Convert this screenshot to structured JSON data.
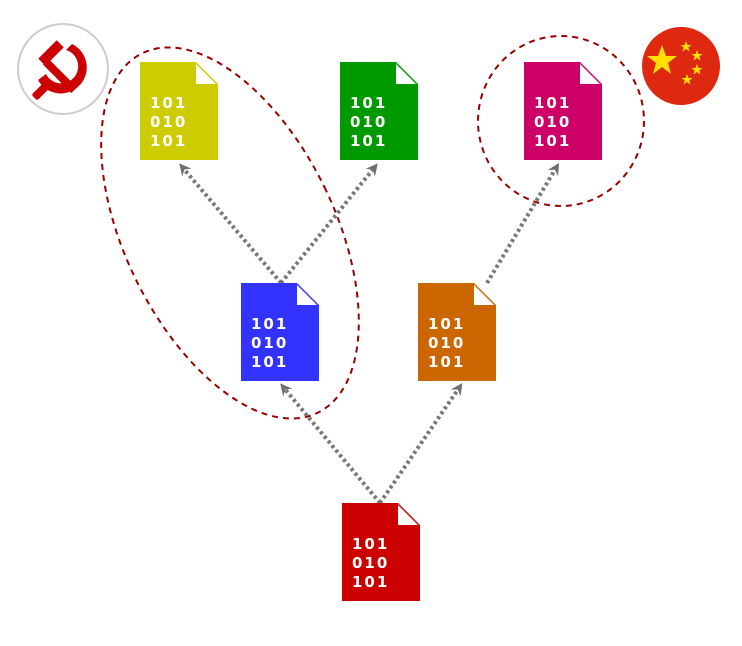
{
  "diagram": {
    "nodes": [
      {
        "id": "root",
        "color": "#cc0000",
        "lines": [
          "101",
          "010",
          "101"
        ]
      },
      {
        "id": "blue",
        "color": "#3333ff",
        "lines": [
          "101",
          "010",
          "101"
        ]
      },
      {
        "id": "orange",
        "color": "#cc6600",
        "lines": [
          "101",
          "010",
          "101"
        ]
      },
      {
        "id": "yellow",
        "color": "#cccc00",
        "lines": [
          "101",
          "010",
          "101"
        ]
      },
      {
        "id": "green",
        "color": "#009900",
        "lines": [
          "101",
          "010",
          "101"
        ]
      },
      {
        "id": "magenta",
        "color": "#cc0066",
        "lines": [
          "101",
          "010",
          "101"
        ]
      }
    ],
    "edges": [
      {
        "from": "root",
        "to": "blue"
      },
      {
        "from": "root",
        "to": "orange"
      },
      {
        "from": "blue",
        "to": "yellow"
      },
      {
        "from": "blue",
        "to": "green"
      },
      {
        "from": "orange",
        "to": "magenta"
      }
    ],
    "groups": [
      {
        "name": "soviet-group",
        "members": [
          "yellow",
          "blue"
        ],
        "stroke": "#990000"
      },
      {
        "name": "china-group",
        "members": [
          "magenta"
        ],
        "stroke": "#990000"
      }
    ],
    "emblems": [
      {
        "icon": "hammer-sickle-icon",
        "color": "#cc0000"
      },
      {
        "icon": "china-flag-icon",
        "color": "#de2910",
        "star_color": "#ffde00"
      }
    ]
  }
}
